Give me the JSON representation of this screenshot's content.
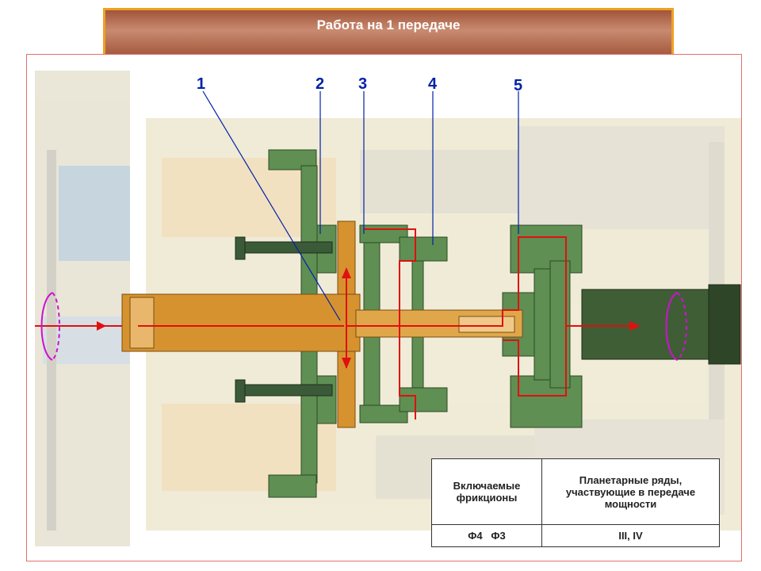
{
  "title": "Работа на 1 передаче",
  "callouts": [
    "1",
    "2",
    "3",
    "4",
    "5"
  ],
  "table": {
    "headers": [
      "Включаемые фрикционы",
      "Планетарные ряды, участвующие в передаче мощности"
    ],
    "row": [
      "Ф4   Ф3",
      "III, IV"
    ]
  },
  "colors": {
    "banner_border": "#f0a020",
    "banner_fill": "#b46a4e",
    "gear_green": "#5f8f52",
    "shaft_orange": "#d6922e",
    "power_flow": "#e01010",
    "callout_blue": "#0022aa",
    "rotation_magenta": "#d010d0"
  }
}
